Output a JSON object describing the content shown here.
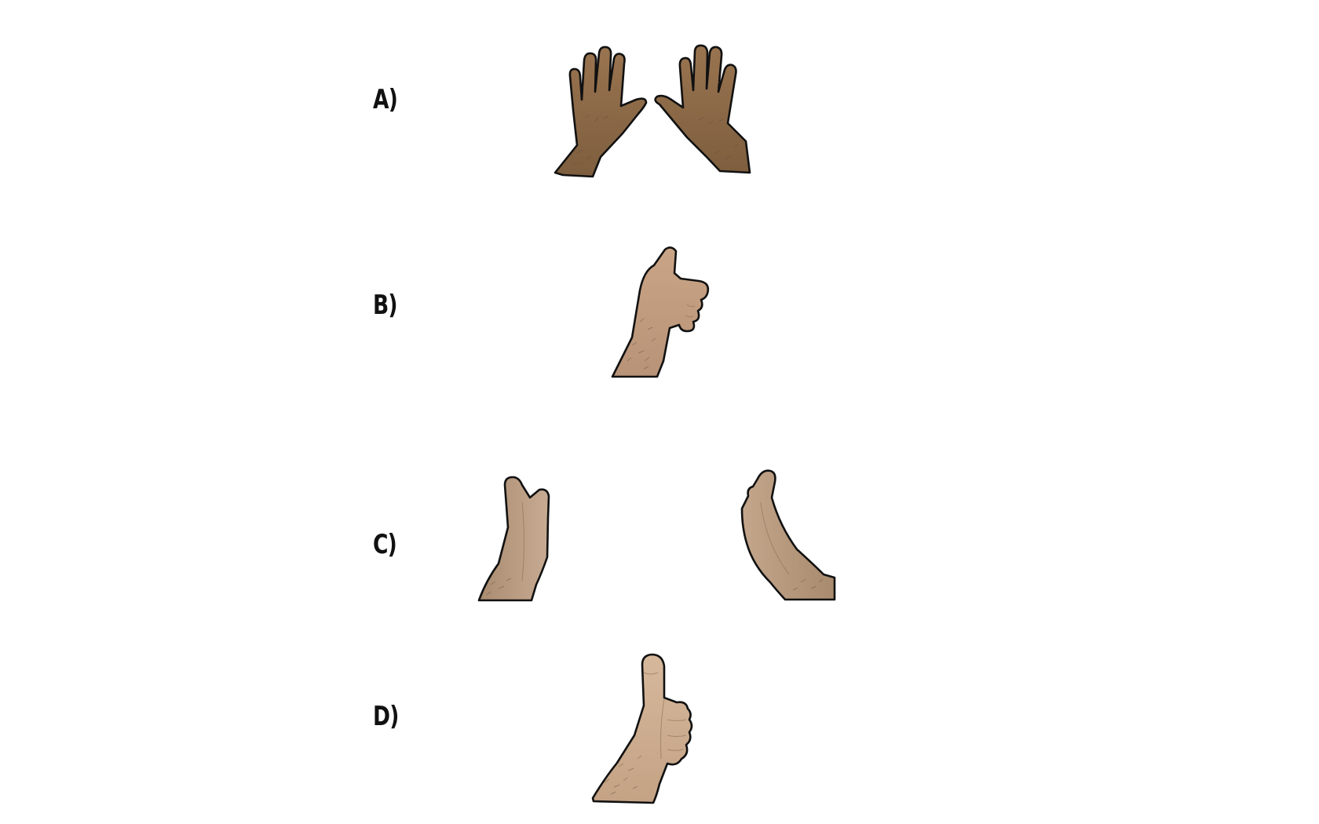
{
  "options": [
    {
      "id": "a",
      "label": "A)",
      "icon": "two-open-hands-backs-icon"
    },
    {
      "id": "b",
      "label": "B)",
      "icon": "hand-l-shape-gesture-icon"
    },
    {
      "id": "c",
      "label": "C)",
      "icon": "two-hands-side-view-icon"
    },
    {
      "id": "d",
      "label": "D)",
      "icon": "thumbs-up-hand-icon"
    }
  ],
  "colors": {
    "background": "#ffffff",
    "label_text": "#111111",
    "skin_dark": "#8c6a45",
    "skin_light": "#c9a98a",
    "outline": "#111111"
  }
}
